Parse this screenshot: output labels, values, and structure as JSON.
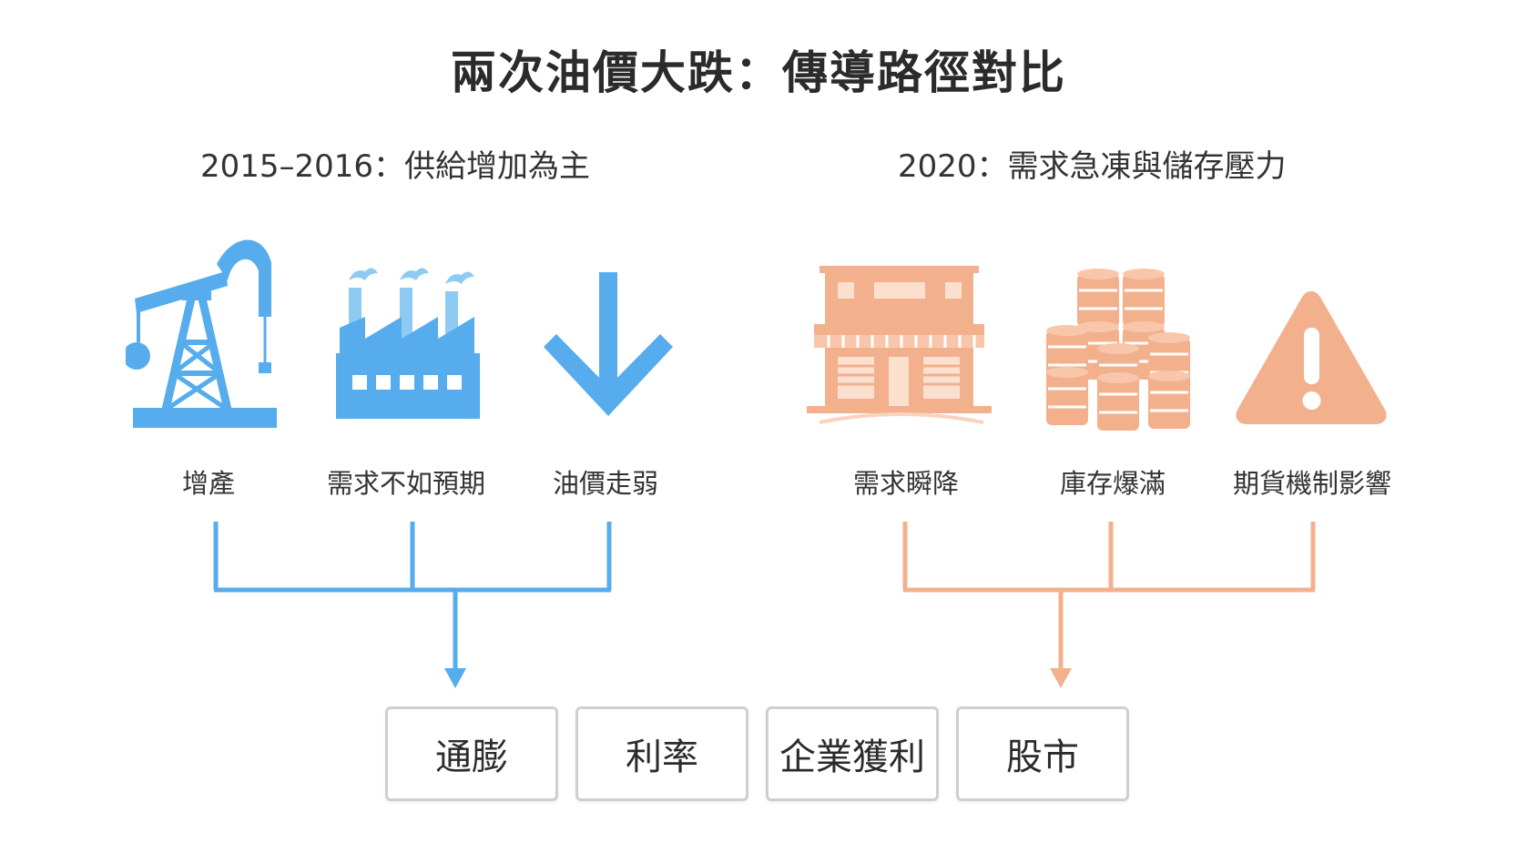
{
  "title": "兩次油價大跌：傳導路徑對比",
  "left": {
    "heading": "2015–2016：供給增加為主",
    "color": "#56acec",
    "items": [
      {
        "icon": "oil-pump-icon",
        "label": "增產"
      },
      {
        "icon": "factory-icon",
        "label": "需求不如預期"
      },
      {
        "icon": "down-arrow-icon",
        "label": "油價走弱"
      }
    ]
  },
  "right": {
    "heading": "2020：需求急凍與儲存壓力",
    "color": "#f3b08c",
    "items": [
      {
        "icon": "storefront-icon",
        "label": "需求瞬降"
      },
      {
        "icon": "oil-barrels-icon",
        "label": "庫存爆滿"
      },
      {
        "icon": "warning-icon",
        "label": "期貨機制影響"
      }
    ]
  },
  "outcomes": [
    "通膨",
    "利率",
    "企業獲利",
    "股市"
  ]
}
